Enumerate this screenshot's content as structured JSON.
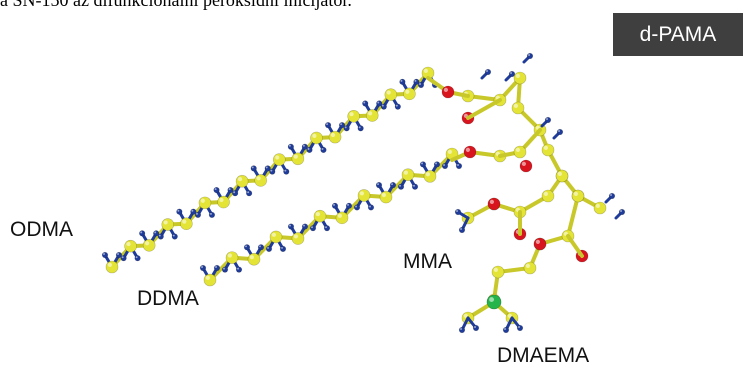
{
  "header": {
    "caption_fragment": "a SN-150 az difunkcionálni peroksidni inicijator."
  },
  "badge": {
    "label": "d-PAMA"
  },
  "labels": {
    "odma": "ODMA",
    "ddma": "DDMA",
    "mma": "MMA",
    "dmaema": "DMAEMA"
  },
  "colors": {
    "carbon": "#e4e436",
    "oxygen": "#d8141e",
    "nitrogen": "#24b44a",
    "hydrogen": "#1f3c9a",
    "bond": "#c8c82a",
    "badge_bg": "#3f3f3f"
  }
}
